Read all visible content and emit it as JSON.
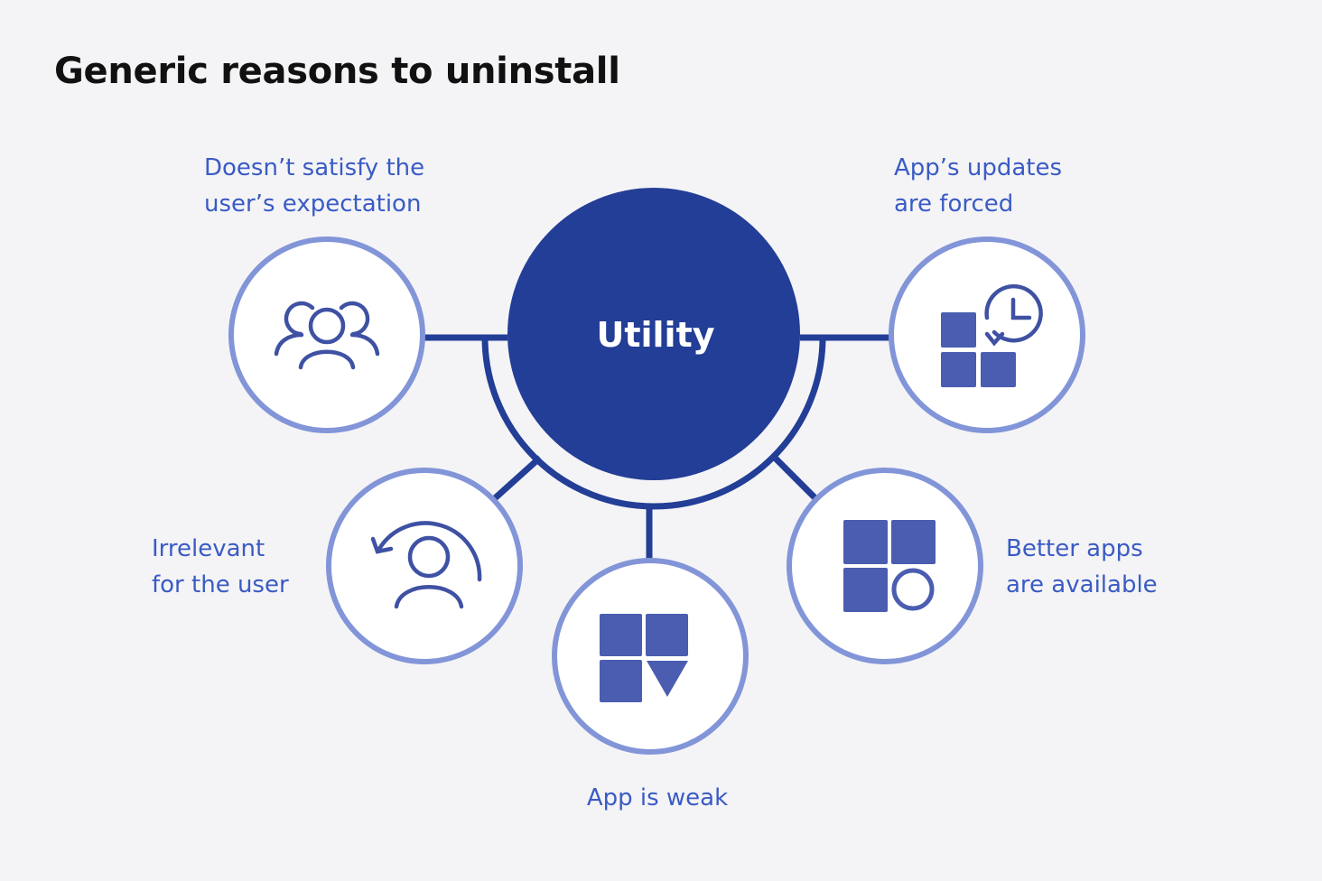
{
  "title": "Generic reasons to uninstall",
  "hub": {
    "label": "Utility"
  },
  "reasons": [
    {
      "line1": "Doesn’t satisfy the",
      "line2": "user’s expectation",
      "icon": "users-group-icon"
    },
    {
      "line1": "App’s updates",
      "line2": "are forced",
      "icon": "app-update-clock-icon"
    },
    {
      "line1": "Irrelevant",
      "line2": "for the user",
      "icon": "user-refresh-icon"
    },
    {
      "line1": "App is weak",
      "icon": "app-weak-blocks-icon"
    },
    {
      "line1": "Better apps",
      "line2": "are available",
      "icon": "app-blocks-circle-icon"
    }
  ],
  "colors": {
    "background": "#f4f4f6",
    "hub_fill": "#233e96",
    "connector": "#233e96",
    "node_ring": "#8295d8",
    "node_fill": "#ffffff",
    "icon_fill": "#4a5db0",
    "icon_stroke": "#3f51a3",
    "label_text": "#3a5bc4",
    "title_text": "#111111"
  }
}
